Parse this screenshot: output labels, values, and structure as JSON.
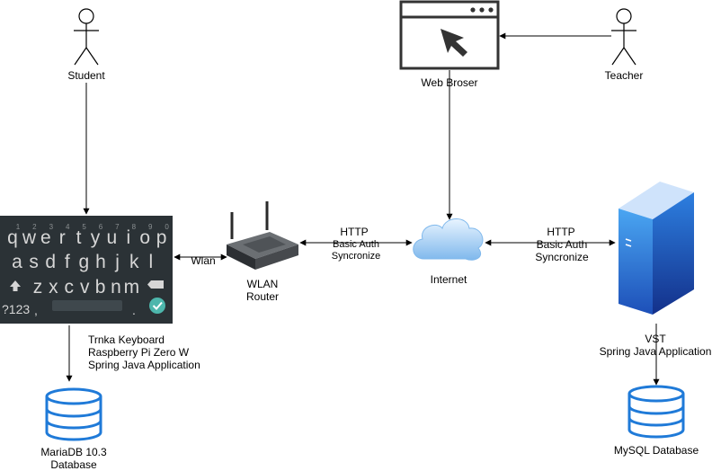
{
  "nodes": {
    "student": {
      "label": "Student"
    },
    "teacher": {
      "label": "Teacher"
    },
    "browser": {
      "label": "Web Broser"
    },
    "keyboard": {
      "lines": [
        "Trnka Keyboard",
        "Raspberry Pi Zero W",
        "Spring Java Application"
      ],
      "keys_row1": [
        "q",
        "w",
        "e",
        "r",
        "t",
        "y",
        "u",
        "i",
        "o",
        "p"
      ],
      "digits": [
        "1",
        "2",
        "3",
        "4",
        "5",
        "6",
        "7",
        "8",
        "9",
        "0"
      ],
      "keys_row2": [
        "a",
        "s",
        "d",
        "f",
        "g",
        "h",
        "j",
        "k",
        "l"
      ],
      "keys_row3": [
        "z",
        "x",
        "c",
        "v",
        "b",
        "n",
        "m"
      ],
      "symbols_key": "?123",
      "comma_key": ",",
      "period_key": "."
    },
    "router": {
      "lines": [
        "WLAN",
        "Router"
      ]
    },
    "internet": {
      "label": "Internet"
    },
    "server": {
      "lines": [
        "VST",
        "Spring Java Application"
      ]
    },
    "mariadb": {
      "lines": [
        "MariaDB 10.3",
        "Database"
      ]
    },
    "mysql": {
      "label": "MySQL Database"
    }
  },
  "edges": {
    "wlan": {
      "label": "Wlan"
    },
    "router_internet": {
      "lines": [
        "HTTP",
        "Basic Auth",
        "Syncronize"
      ]
    },
    "internet_server": {
      "lines": [
        "HTTP",
        "Basic Auth",
        "Syncronize"
      ]
    }
  },
  "colors": {
    "keyboard_bg": "#2b3236",
    "keyboard_key": "#d6d6d6",
    "accent_check": "#4db6ac",
    "server_blue": "#1f5fbf",
    "cloud_blue": "#8fc3ef",
    "db_blue": "#1f7ad8"
  }
}
